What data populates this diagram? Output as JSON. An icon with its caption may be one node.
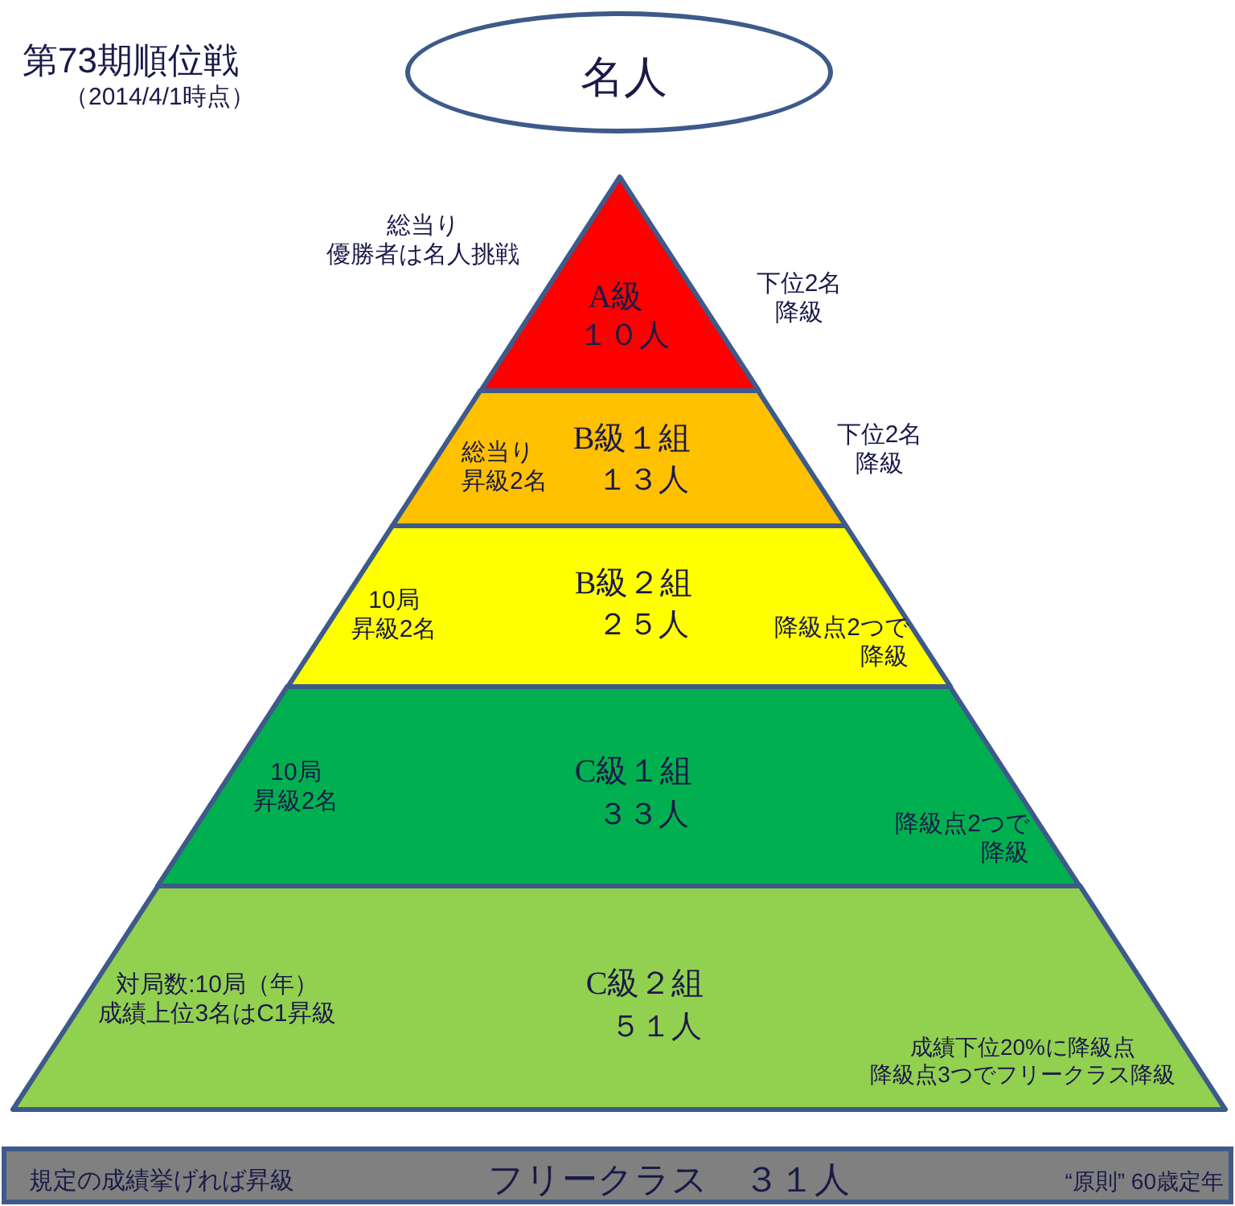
{
  "diagram": {
    "title": "第73期順位戦",
    "nodes": [
      {
        "text": [
          "名人"
        ]
      },
      {
        "text": [
          "A級",
          "１０人"
        ],
        "beside": [
          "総当り優勝者は名人挑戦",
          "下位2名降級"
        ]
      },
      {
        "text": [
          "B級１組",
          "総当り昇級2名",
          "１３人"
        ],
        "beside": [
          "下位2名降級"
        ]
      },
      {
        "text": [
          "B級２組",
          "10局昇級2名",
          "２５人",
          "降級点2つで降級"
        ]
      },
      {
        "text": [
          "C級１組",
          "10局昇級2名",
          "３３人",
          "降級点2つで降級"
        ]
      },
      {
        "text": [
          "C級２組",
          "対局数:10局（年）成績上位3名はC1昇級",
          "５１人",
          "成績下位20%に降級点降級点3つでフリークラス降級"
        ]
      },
      {
        "text": [
          "規定の成績挙げれば昇級",
          "フリークラス　３１人",
          "“原則” 60歳定年"
        ]
      }
    ],
    "labels": [
      "（2014/4/1時点）"
    ]
  }
}
